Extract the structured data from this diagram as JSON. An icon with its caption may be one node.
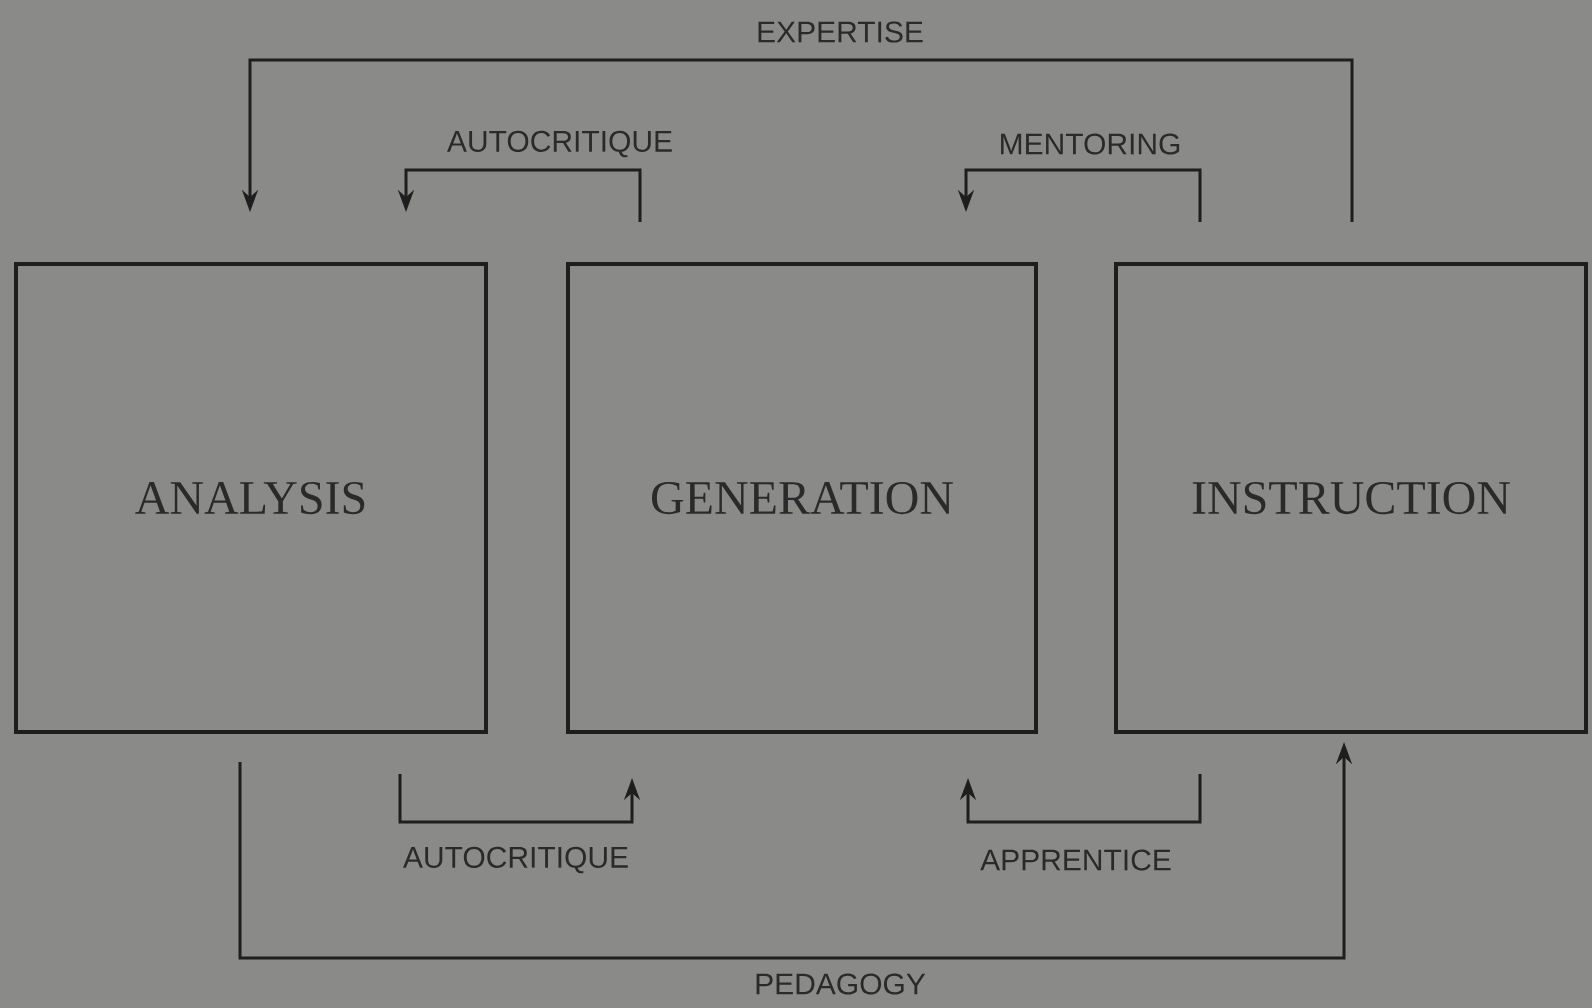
{
  "diagram": {
    "nodes": [
      {
        "text": [
          "ANALYSIS"
        ]
      },
      {
        "text": [
          "GENERATION"
        ]
      },
      {
        "text": [
          "INSTRUCTION"
        ]
      }
    ],
    "edges": [
      {
        "from": 2,
        "to": 0,
        "arrow": "to",
        "label": "EXPERTISE"
      },
      {
        "from": 1,
        "to": 0,
        "arrow": "to",
        "label": "AUTOCRITIQUE"
      },
      {
        "from": 2,
        "to": 1,
        "arrow": "to",
        "label": "MENTORING"
      },
      {
        "from": 0,
        "to": 1,
        "arrow": "to",
        "label": "AUTOCRITIQUE"
      },
      {
        "from": 2,
        "to": 1,
        "arrow": "to",
        "label": "APPRENTICE"
      },
      {
        "from": 0,
        "to": 2,
        "arrow": "to",
        "label": "PEDAGOGY"
      }
    ]
  }
}
